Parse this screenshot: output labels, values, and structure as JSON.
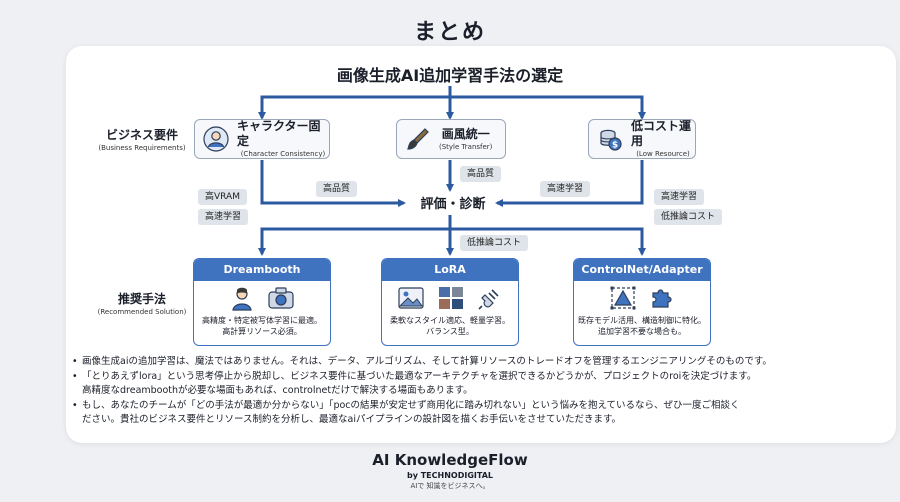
{
  "page": {
    "title": "まとめ"
  },
  "diagram": {
    "title": "画像生成AI追加学習手法の選定",
    "requirements_label": "ビジネス要件",
    "requirements_label_sub": "(Business Requirements)",
    "solutions_label": "推奨手法",
    "solutions_label_sub": "(Recommended Solution)",
    "center": "評価・診断",
    "requirements": [
      {
        "title": "キャラクター固定",
        "subtitle": "(Character Consistency)",
        "icon": "person-icon"
      },
      {
        "title": "画風統一",
        "subtitle": "(Style Transfer)",
        "icon": "paintbrush-icon"
      },
      {
        "title": "低コスト運用",
        "subtitle": "(Low Resource)",
        "icon": "coin-stack-icon"
      }
    ],
    "tags": {
      "high_vram": "高VRAM",
      "fast_learning_left": "高速学習",
      "high_quality_left": "高品質",
      "high_quality_mid": "高品質",
      "low_inference_mid": "低推論コスト",
      "fast_learning_mid_right": "高速学習",
      "fast_learning_right": "高速学習",
      "low_inference_right": "低推論コスト"
    },
    "methods": [
      {
        "name": "Dreambooth",
        "desc_line1": "高精度・特定被写体学習に最適。",
        "desc_line2": "高計算リソース必須。",
        "icons": [
          "person-icon",
          "camera-icon"
        ]
      },
      {
        "name": "LoRA",
        "desc_line1": "柔軟なスタイル適応、軽量学習。",
        "desc_line2": "バランス型。",
        "icons": [
          "image-icon",
          "image-grid-icon",
          "plug-icon"
        ]
      },
      {
        "name": "ControlNet/Adapter",
        "desc_line1": "既存モデル活用、構造制御に特化。",
        "desc_line2": "追加学習不要な場合も。",
        "icons": [
          "structure-icon",
          "puzzle-icon"
        ]
      }
    ]
  },
  "notes": [
    "画像生成aiの追加学習は、魔法ではありません。それは、データ、アルゴリズム、そして計算リソースのトレードオフを管理するエンジニアリングそのものです。",
    "「とりあえずlora」という思考停止から脱却し、ビジネス要件に基づいた最適なアーキテクチャを選択できるかどうかが、プロジェクトのroiを決定づけます。",
    "高精度なdreamboothが必要な場面もあれば、controlnetだけで解決する場面もあります。",
    "もし、あなたのチームが「どの手法が最適か分からない」「pocの結果が安定せず商用化に踏み切れない」という悩みを抱えているなら、ぜひ一度ご相談く",
    "ださい。貴社のビジネス要件とリソース制約を分析し、最適なaiパイプラインの設計図を描くお手伝いをさせていただきます。"
  ],
  "brand": {
    "name": "AI KnowledgeFlow",
    "by": "by TECHNODIGITAL",
    "tagline": "AIで 知識をビジネスへ。"
  },
  "colors": {
    "accent": "#2c5aa0",
    "method_header": "#3f73c0",
    "tag_bg": "#dfe4ea"
  }
}
